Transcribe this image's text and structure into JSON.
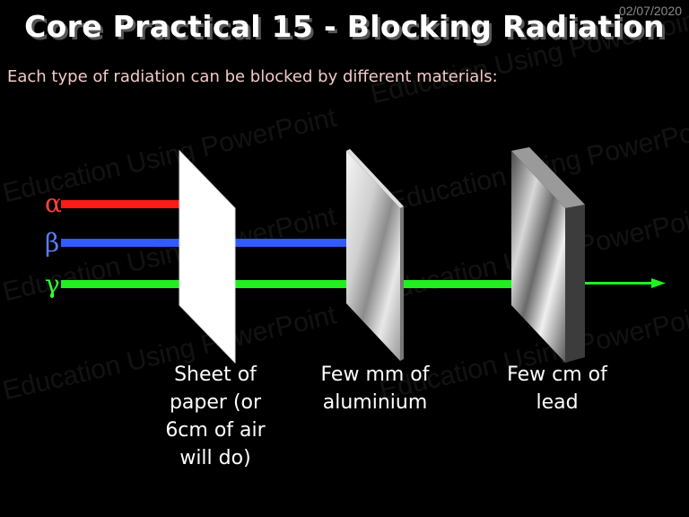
{
  "slide": {
    "date": "02/07/2020",
    "title": "Core Practical 15 - Blocking Radiation",
    "subtitle": "Each type of radiation can be blocked by different materials:",
    "watermark": "Education Using PowerPoint"
  },
  "radiation": [
    {
      "symbol": "α",
      "color": "#ff2020"
    },
    {
      "symbol": "β",
      "color": "#2f5bff"
    },
    {
      "symbol": "γ",
      "color": "#22ee22"
    }
  ],
  "barriers": {
    "paper": {
      "line1": "Sheet of",
      "line2": "paper (or",
      "line3": "6cm of air",
      "line4": "will do)"
    },
    "aluminium": {
      "line1": "Few mm of",
      "line2": "aluminium"
    },
    "lead": {
      "line1": "Few cm of",
      "line2": "lead"
    }
  }
}
